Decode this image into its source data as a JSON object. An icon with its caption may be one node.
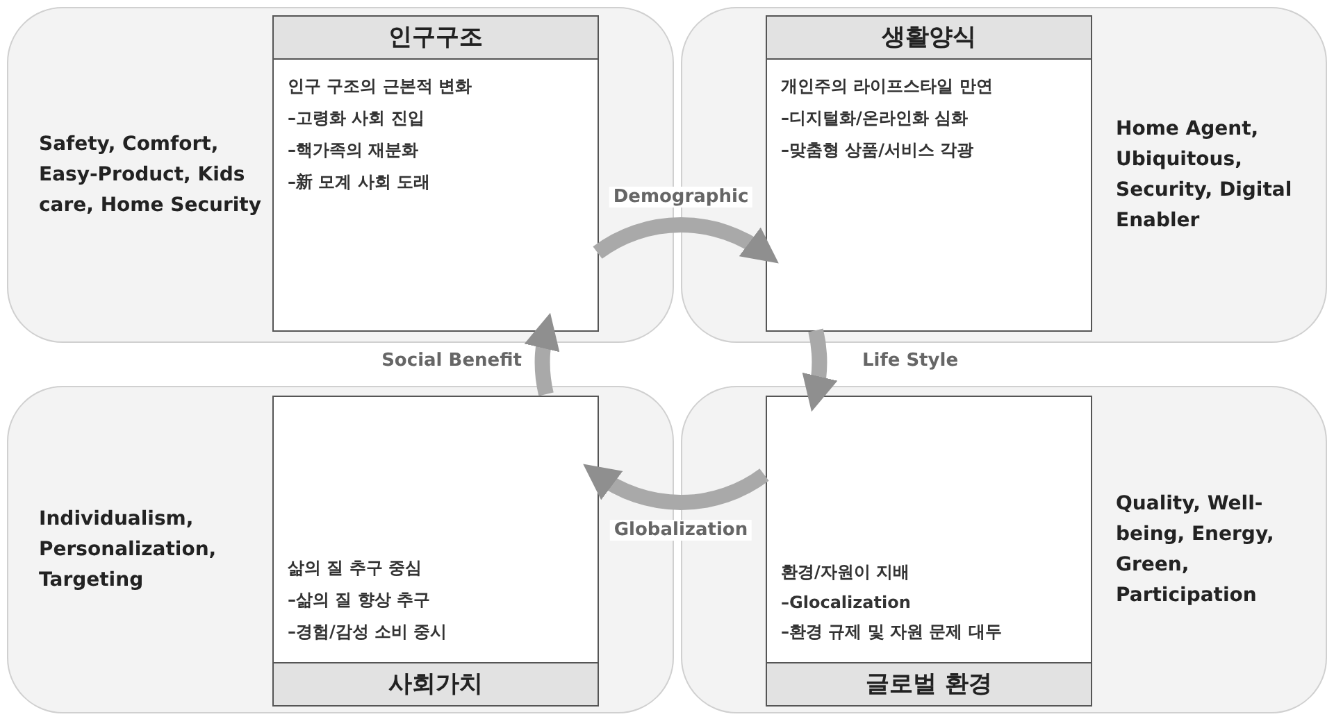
{
  "diagram": {
    "nodes": [
      {
        "text": [
          "Safety, Comfort, Easy-Product, Kids care, Home Security"
        ]
      },
      {
        "text": [
          "인구구조",
          "인구 구조의 근본적 변화",
          "–고령화 사회 진입",
          "–핵가족의 재분화",
          "–新 모계 사회 도래"
        ],
        "in": 0
      },
      {
        "text": [
          "Home Agent, Ubiquitous, Security, Digital Enabler"
        ]
      },
      {
        "text": [
          "생활양식",
          "개인주의 라이프스타일 만연",
          "–디지털화/온라인화 심화",
          "–맞춤형 상품/서비스 각광"
        ],
        "in": 2
      },
      {
        "text": [
          "Individualism, Personalization, Targeting"
        ]
      },
      {
        "text": [
          "사회가치",
          "삶의 질 추구 중심",
          "–삶의 질 향상 추구",
          "–경험/감성 소비 중시"
        ],
        "in": 4
      },
      {
        "text": [
          "Quality, Well-being, Energy, Green, Participation"
        ]
      },
      {
        "text": [
          "글로벌 환경",
          "환경/자원이 지배",
          "–Glocalization",
          "–환경 규제 및 자원 문제 대두"
        ],
        "in": 6
      }
    ],
    "edges": [
      {
        "from": 1,
        "to": 3,
        "arrow": "to",
        "label": "Demographic"
      },
      {
        "from": 3,
        "to": 7,
        "arrow": "to",
        "label": "Life Style"
      },
      {
        "from": 7,
        "to": 5,
        "arrow": "to",
        "label": "Globalization"
      },
      {
        "from": 5,
        "to": 1,
        "arrow": "to",
        "label": "Social Benefit"
      }
    ]
  }
}
